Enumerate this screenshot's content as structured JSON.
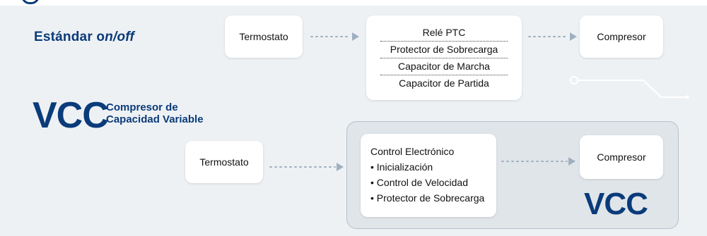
{
  "row1": {
    "title_prefix": "Estándar o",
    "title_emph": "n/off",
    "termostato": "Termostato",
    "components": [
      "Relé PTC",
      "Protector de Sobrecarga",
      "Capacitor de Marcha",
      "Capacitor de Partida"
    ],
    "compresor": "Compresor"
  },
  "row2": {
    "logo": "VCC",
    "subtitle_line1": "Compresor de",
    "subtitle_line2": "Capacidad Variable",
    "termostato": "Termostato",
    "control": {
      "title": "Control Electrónico",
      "items": [
        "• Inicialización",
        "• Control de Velocidad",
        "• Protector de Sobrecarga"
      ]
    },
    "compresor": "Compresor",
    "panel_mark": "VCC"
  },
  "colors": {
    "brand": "#0a3b7a",
    "background": "#eef1f4",
    "panel": "#e0e5ea",
    "arrow": "#9fb0bf"
  }
}
